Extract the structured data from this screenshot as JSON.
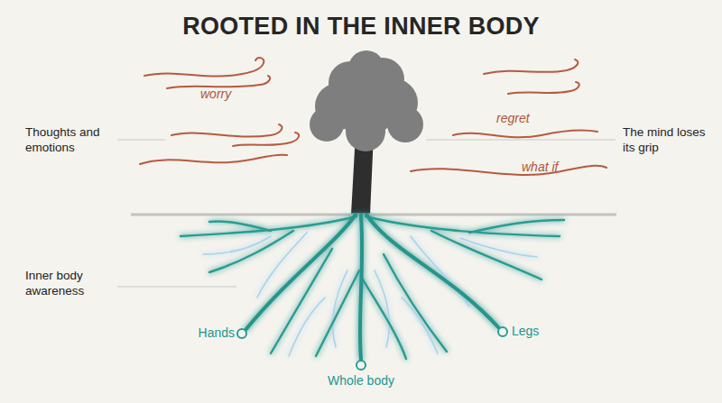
{
  "diagram": {
    "title": "ROOTED IN THE INNER BODY",
    "labels": [
      "Thoughts and emotions",
      "worry",
      "regret",
      "what if",
      "The mind loses its grip",
      "Inner body awareness",
      "Hands",
      "Whole body",
      "Legs"
    ]
  }
}
